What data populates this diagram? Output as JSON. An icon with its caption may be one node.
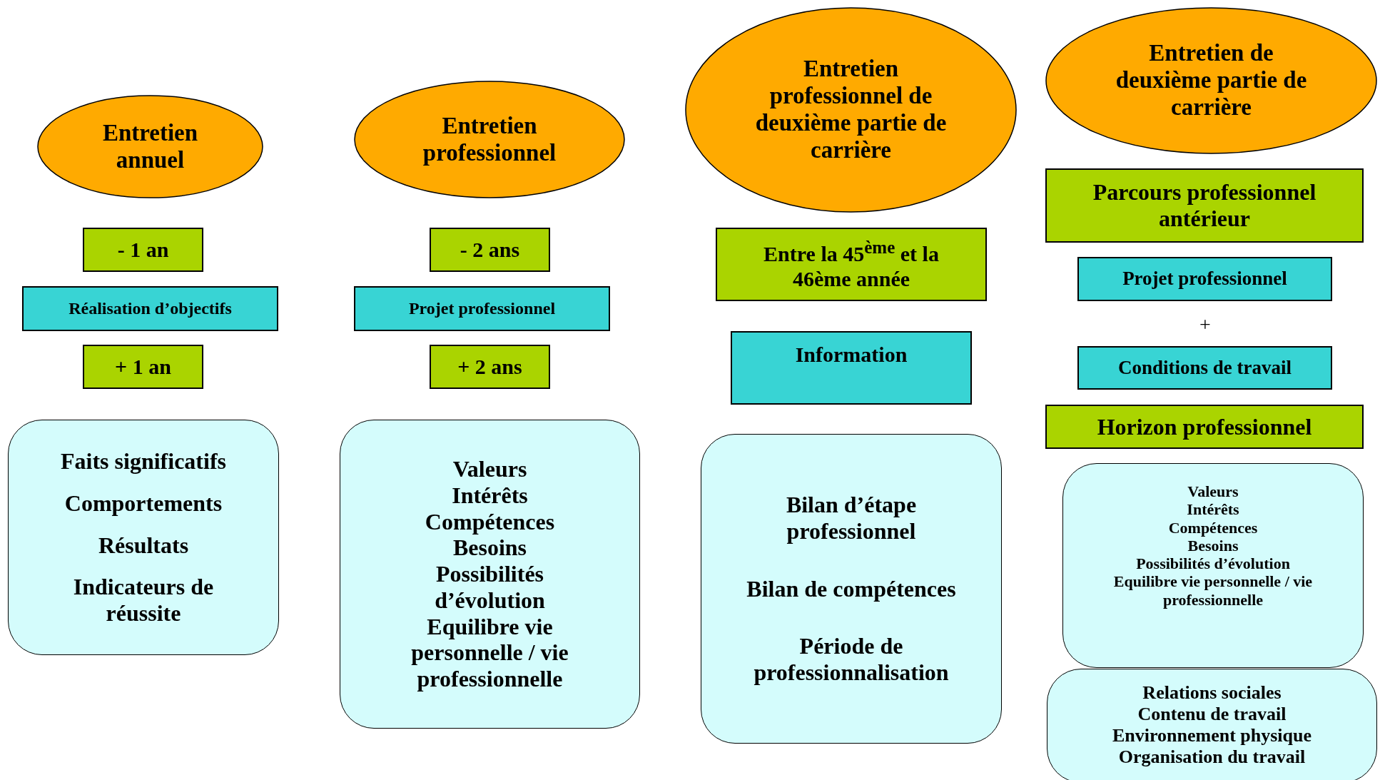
{
  "diagram": {
    "nodes": [
      {
        "text": [
          "Entretien annuel"
        ]
      },
      {
        "text": [
          "- 1 an"
        ]
      },
      {
        "text": [
          "Réalisation d’objectifs"
        ]
      },
      {
        "text": [
          "+ 1 an"
        ]
      },
      {
        "text": [
          "Faits significatifs",
          "Comportements",
          "Résultats",
          "Indicateurs de réussite"
        ]
      },
      {
        "text": [
          "Entretien professionnel"
        ]
      },
      {
        "text": [
          "- 2 ans"
        ]
      },
      {
        "text": [
          "Projet professionnel"
        ]
      },
      {
        "text": [
          "+ 2 ans"
        ]
      },
      {
        "text": [
          "Valeurs",
          "Intérêts",
          "Compétences",
          "Besoins",
          "Possibilités d’évolution",
          "Equilibre vie personnelle / vie professionnelle"
        ]
      },
      {
        "text": [
          "Entretien professionnel de deuxième partie de carrière"
        ]
      },
      {
        "text": [
          "Entre la 45$^{ème}$ et la 46ème année"
        ]
      },
      {
        "text": [
          "Information"
        ]
      },
      {
        "text": [
          "Bilan d’étape professionnel",
          "Bilan de compétences",
          "Période de professionnalisation"
        ]
      },
      {
        "text": [
          "Entretien de deuxième partie de carrière"
        ]
      },
      {
        "text": [
          "Parcours professionnel antérieur"
        ]
      },
      {
        "text": [
          "Projet professionnel"
        ]
      },
      {
        "text": [
          "Conditions de travail"
        ]
      },
      {
        "text": [
          "Horizon professionnel"
        ]
      },
      {
        "text": [
          "Valeurs",
          "Intérêts",
          "Compétences",
          "Besoins",
          "Possibilités d’évolution",
          "Equilibre vie personnelle / vie professionnelle"
        ]
      },
      {
        "text": [
          "Relations sociales",
          "Contenu de travail",
          "Environnement physique",
          "Organisation du travail"
        ]
      }
    ],
    "labels": [
      "+"
    ]
  }
}
